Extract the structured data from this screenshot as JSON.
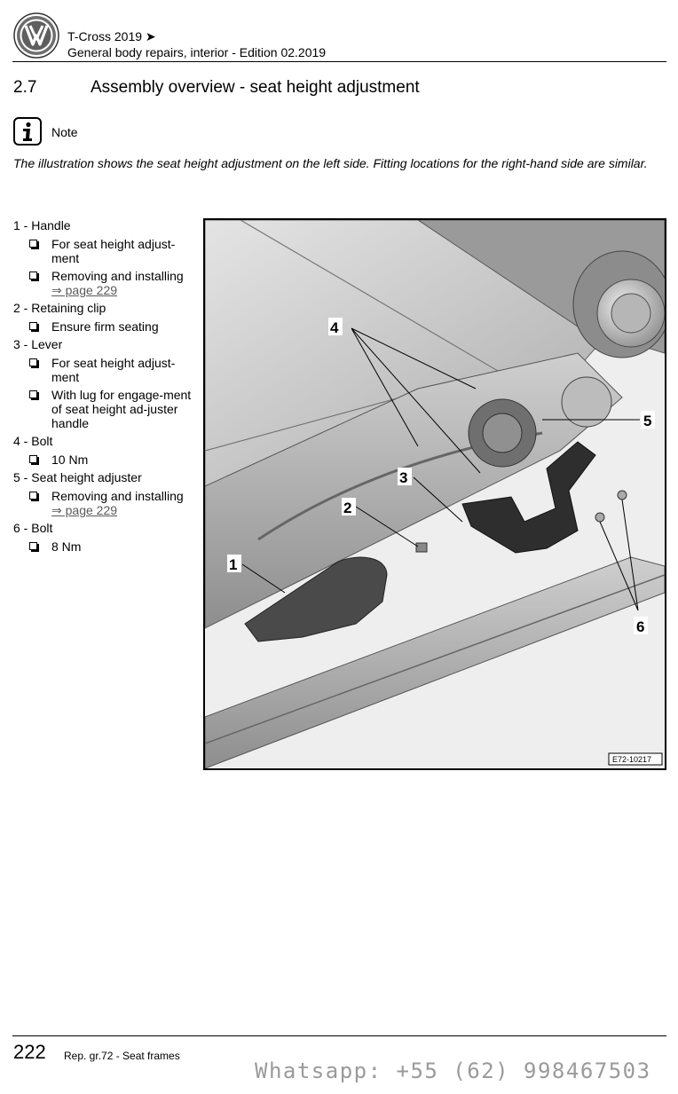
{
  "header": {
    "logo_icon": "vw-logo-icon",
    "model": "T-Cross 2019 ➤",
    "subtitle": "General body repairs, interior - Edition 02.2019"
  },
  "section": {
    "number": "2.7",
    "title": "Assembly overview - seat height adjustment"
  },
  "note": {
    "icon": "info-icon",
    "label": "Note",
    "text": "The illustration shows the seat height adjustment on the left side. Fitting locations for the right-hand side are similar."
  },
  "items": [
    {
      "title": "1 - Handle",
      "subs": [
        {
          "text": "For seat height adjust-ment"
        },
        {
          "text": "Removing and installing",
          "link": "⇒ page 229"
        }
      ]
    },
    {
      "title": "2 - Retaining clip",
      "subs": [
        {
          "text": "Ensure firm seating"
        }
      ]
    },
    {
      "title": "3 - Lever",
      "subs": [
        {
          "text": "For seat height adjust-ment"
        },
        {
          "text": "With lug for engage-ment of seat height ad-juster handle"
        }
      ]
    },
    {
      "title": "4 - Bolt",
      "subs": [
        {
          "text": "10 Nm"
        }
      ]
    },
    {
      "title": "5 - Seat height adjuster",
      "subs": [
        {
          "text": "Removing and installing",
          "link": "⇒ page 229"
        }
      ]
    },
    {
      "title": "6 - Bolt",
      "subs": [
        {
          "text": "8 Nm"
        }
      ]
    }
  ],
  "figure": {
    "callouts": [
      "1",
      "2",
      "3",
      "4",
      "5",
      "6"
    ],
    "ref": "E72-10217"
  },
  "footer": {
    "page": "222",
    "text": "Rep. gr.72 - Seat frames",
    "watermark": "Whatsapp: +55 (62) 998467503"
  }
}
